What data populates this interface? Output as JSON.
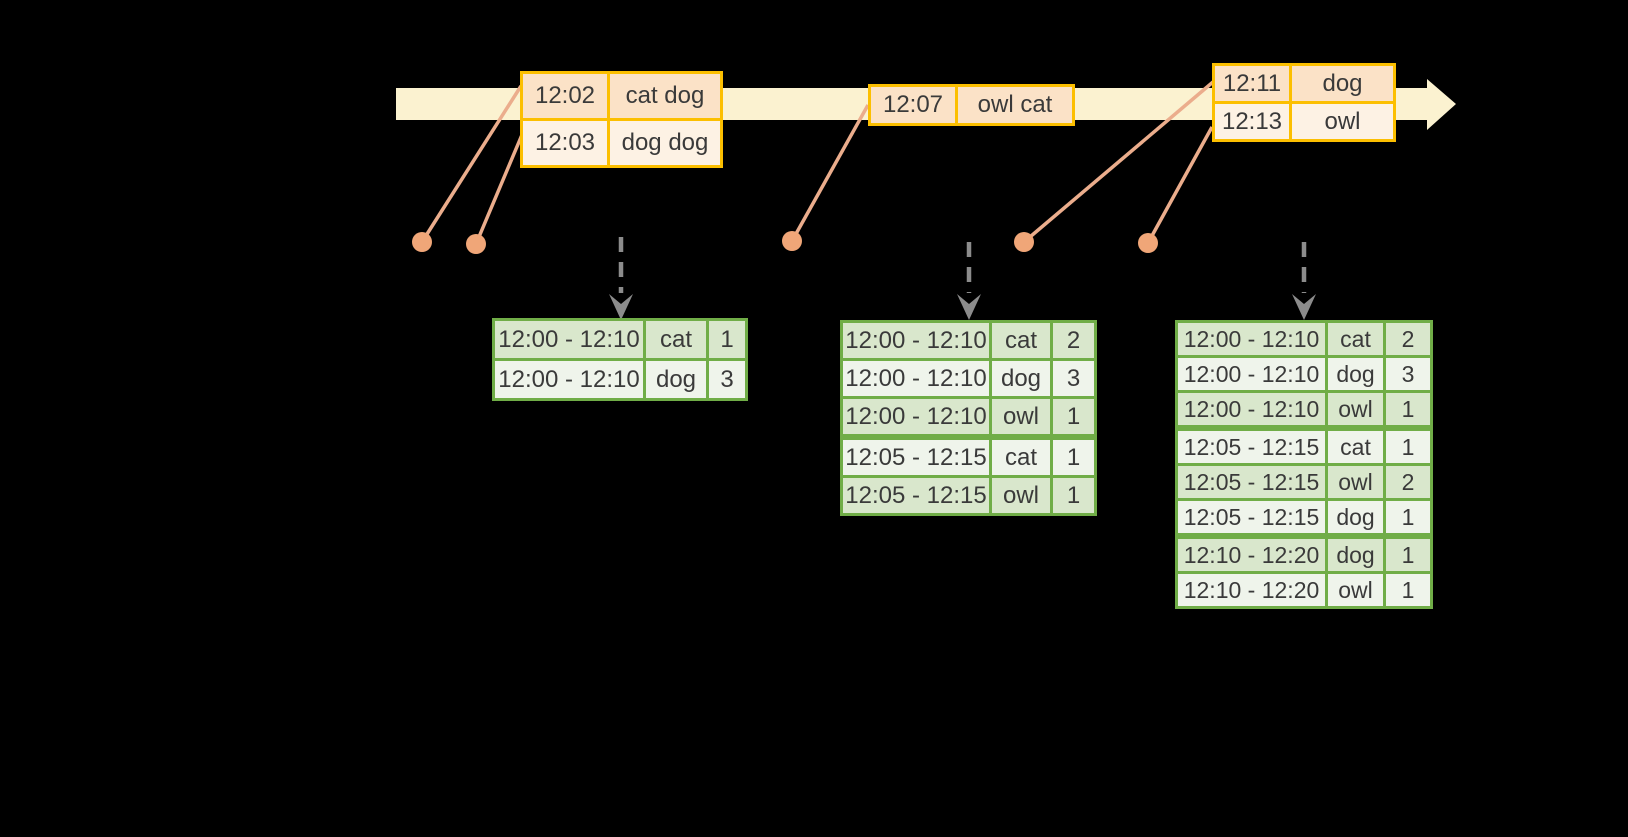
{
  "event_tables": [
    {
      "rows": [
        {
          "time": "12:02",
          "words": "cat dog"
        },
        {
          "time": "12:03",
          "words": "dog dog"
        }
      ]
    },
    {
      "rows": [
        {
          "time": "12:07",
          "words": "owl cat"
        }
      ]
    },
    {
      "rows": [
        {
          "time": "12:11",
          "words": "dog"
        },
        {
          "time": "12:13",
          "words": "owl"
        }
      ]
    }
  ],
  "result_tables": [
    {
      "rows": [
        {
          "window": "12:00 - 12:10",
          "word": "cat",
          "count": "1"
        },
        {
          "window": "12:00 - 12:10",
          "word": "dog",
          "count": "3"
        }
      ]
    },
    {
      "rows": [
        {
          "window": "12:00 - 12:10",
          "word": "cat",
          "count": "2"
        },
        {
          "window": "12:00 - 12:10",
          "word": "dog",
          "count": "3"
        },
        {
          "window": "12:00 - 12:10",
          "word": "owl",
          "count": "1"
        },
        {
          "window": "12:05 - 12:15",
          "word": "cat",
          "count": "1"
        },
        {
          "window": "12:05 - 12:15",
          "word": "owl",
          "count": "1"
        }
      ]
    },
    {
      "rows": [
        {
          "window": "12:00 - 12:10",
          "word": "cat",
          "count": "2"
        },
        {
          "window": "12:00 - 12:10",
          "word": "dog",
          "count": "3"
        },
        {
          "window": "12:00 - 12:10",
          "word": "owl",
          "count": "1"
        },
        {
          "window": "12:05 - 12:15",
          "word": "cat",
          "count": "1"
        },
        {
          "window": "12:05 - 12:15",
          "word": "owl",
          "count": "2"
        },
        {
          "window": "12:05 - 12:15",
          "word": "dog",
          "count": "1"
        },
        {
          "window": "12:10 - 12:20",
          "word": "dog",
          "count": "1"
        },
        {
          "window": "12:10 - 12:20",
          "word": "owl",
          "count": "1"
        }
      ]
    }
  ],
  "colors": {
    "background": "#000000",
    "timeline_band": "#FBF2D0",
    "event_table_border": "#FCBF00",
    "event_row_dark": "#FBE2C7",
    "event_row_light": "#FDF2E4",
    "result_table_border": "#70AD47",
    "result_row_dark": "#D9E7CC",
    "result_row_light": "#EFF4EB",
    "connector_salmon": "#F0A678",
    "trigger_arrow_gray": "#8C8C8C",
    "text": "#3A3A3A"
  }
}
